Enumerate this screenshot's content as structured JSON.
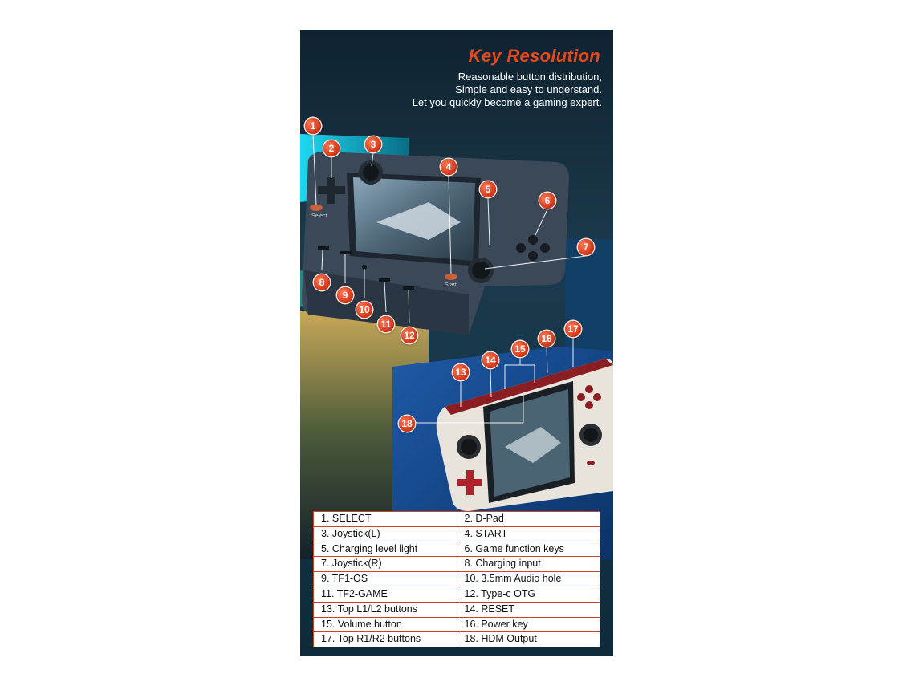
{
  "header": {
    "title": "Key Resolution",
    "subtitle_lines": [
      "Reasonable button distribution,",
      "Simple and easy to understand.",
      "Let you quickly become a gaming expert."
    ]
  },
  "callouts": [
    "1",
    "2",
    "3",
    "4",
    "5",
    "6",
    "7",
    "8",
    "9",
    "10",
    "11",
    "12",
    "13",
    "14",
    "15",
    "16",
    "17",
    "18"
  ],
  "device_labels": {
    "select": "Select",
    "start": "Start"
  },
  "key_table": [
    [
      "1. SELECT",
      "2. D-Pad"
    ],
    [
      "3. Joystick(L)",
      "4. START"
    ],
    [
      "5. Charging level light",
      "6. Game function keys"
    ],
    [
      "7. Joystick(R)",
      "8. Charging input"
    ],
    [
      "9. TF1-OS",
      "10. 3.5mm Audio hole"
    ],
    [
      "11. TF2-GAME",
      "12. Type-c OTG"
    ],
    [
      "13. Top L1/L2 buttons",
      "14. RESET"
    ],
    [
      "15. Volume button",
      "16. Power key"
    ],
    [
      "17. Top R1/R2 buttons",
      "18. HDM Output"
    ]
  ],
  "colors": {
    "accent": "#e24a1e",
    "table_border": "#c8452c",
    "background": "#16374a"
  }
}
